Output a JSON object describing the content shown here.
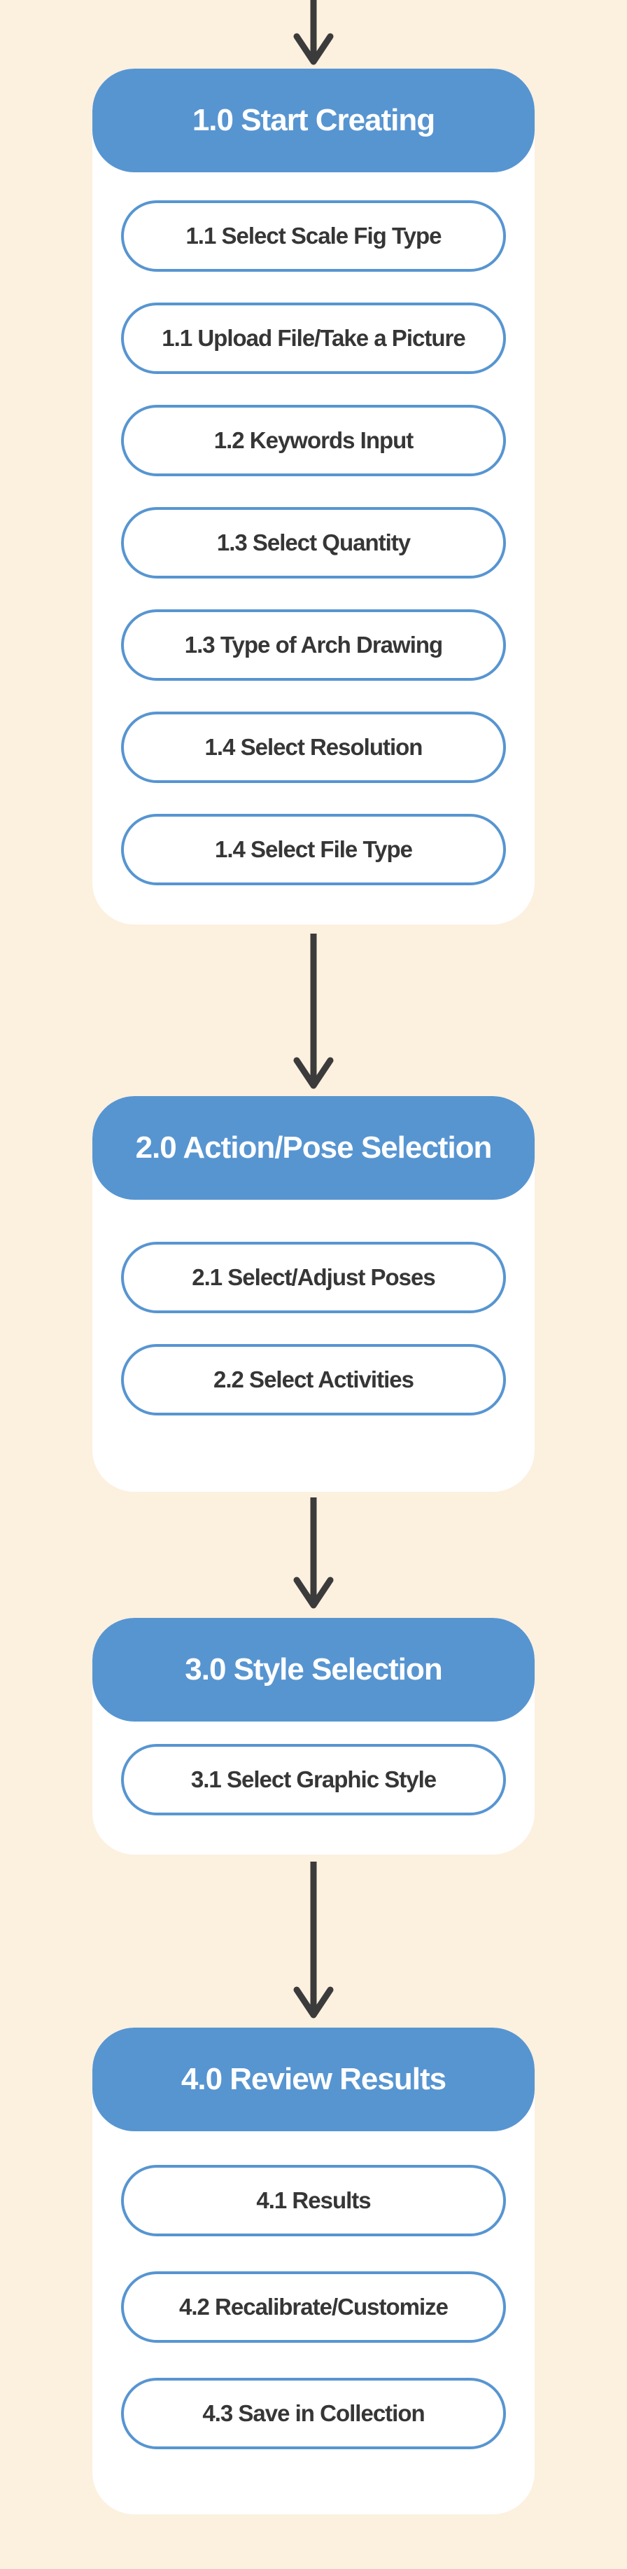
{
  "colors": {
    "background": "#FCF0DF",
    "header_blue": "#5795D1",
    "pill_border_blue": "#5795D1",
    "card_white": "#FFFFFF",
    "pill_text": "#363636",
    "header_text": "#FFFFFF",
    "arrow_dark": "#3B3B3B"
  },
  "flowchart": {
    "sections": [
      {
        "id": "1.0",
        "title": "1.0 Start Creating",
        "items": [
          "1.1 Select Scale Fig Type",
          "1.1 Upload File/Take a Picture",
          "1.2 Keywords Input",
          "1.3 Select Quantity",
          "1.3 Type of Arch Drawing",
          "1.4 Select Resolution",
          "1.4 Select File Type"
        ]
      },
      {
        "id": "2.0",
        "title": "2.0 Action/Pose Selection",
        "items": [
          "2.1 Select/Adjust Poses",
          "2.2 Select Activities"
        ]
      },
      {
        "id": "3.0",
        "title": "3.0 Style Selection",
        "items": [
          "3.1 Select Graphic Style"
        ]
      },
      {
        "id": "4.0",
        "title": "4.0 Review Results",
        "items": [
          "4.1 Results",
          "4.2 Recalibrate/Customize",
          "4.3 Save in Collection"
        ]
      }
    ]
  }
}
